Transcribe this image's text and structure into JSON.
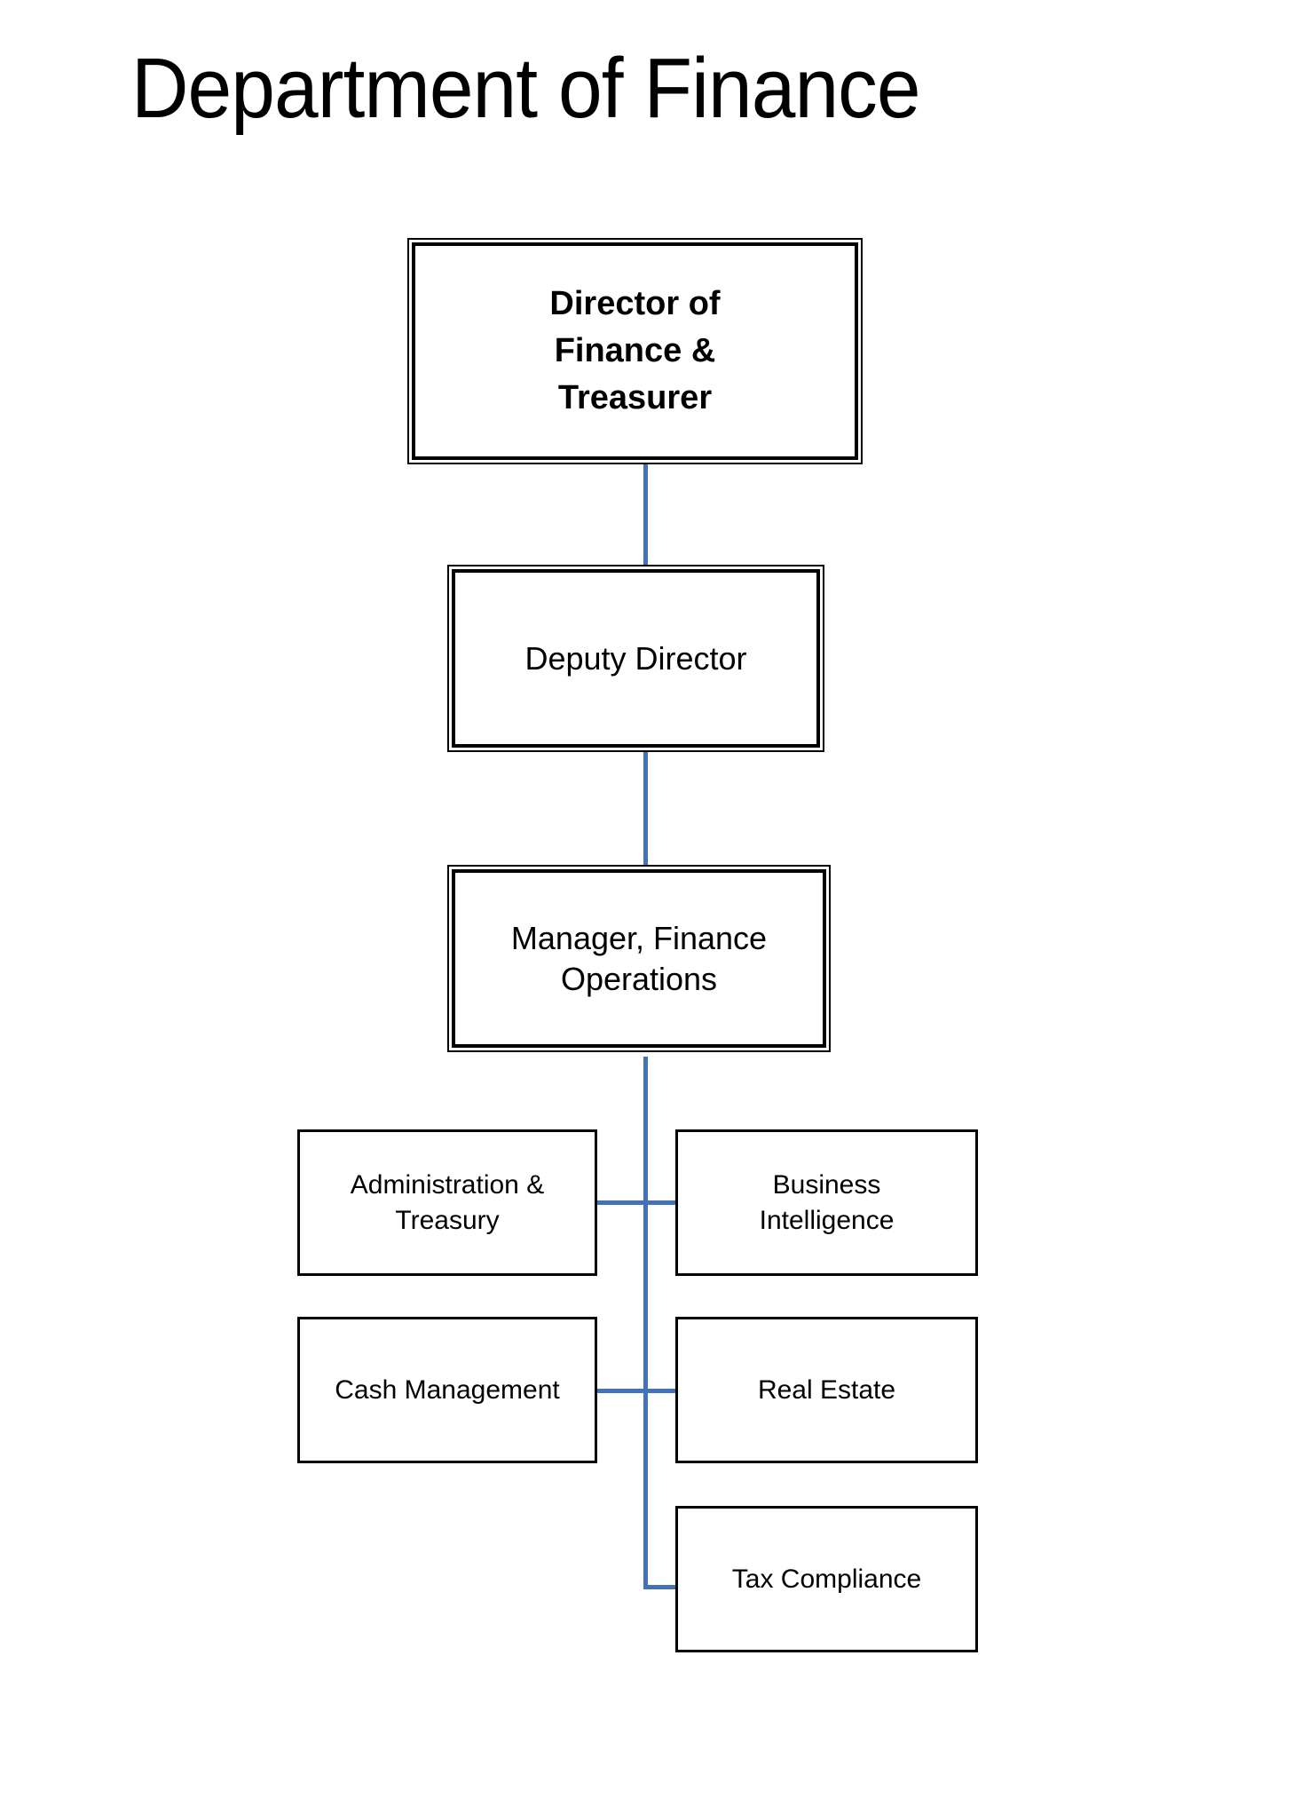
{
  "page": {
    "title": "Department of Finance",
    "background_color": "#FFFFFF",
    "text_color": "#000000",
    "connector_color": "#4472B8",
    "border_color": "#000000"
  },
  "org_chart": {
    "type": "org-hierarchy",
    "root": {
      "id": "director",
      "label": "Director of\nFinance &\nTreasurer",
      "style": "double-border",
      "emphasis": "bold"
    },
    "levels": [
      {
        "id": "deputy-director",
        "label": "Deputy Director",
        "style": "double-border",
        "emphasis": "regular"
      },
      {
        "id": "manager-finance-operations",
        "label": "Manager, Finance\nOperations",
        "style": "double-border",
        "emphasis": "regular"
      }
    ],
    "units": [
      {
        "id": "administration-treasury",
        "label": "Administration &\nTreasury",
        "column": "left",
        "row": 1,
        "style": "single-border"
      },
      {
        "id": "business-intelligence",
        "label": "Business\nIntelligence",
        "column": "right",
        "row": 1,
        "style": "single-border"
      },
      {
        "id": "cash-management",
        "label": "Cash Management",
        "column": "left",
        "row": 2,
        "style": "single-border"
      },
      {
        "id": "real-estate",
        "label": "Real Estate",
        "column": "right",
        "row": 2,
        "style": "single-border"
      },
      {
        "id": "tax-compliance",
        "label": "Tax Compliance",
        "column": "right",
        "row": 3,
        "style": "single-border"
      }
    ]
  }
}
